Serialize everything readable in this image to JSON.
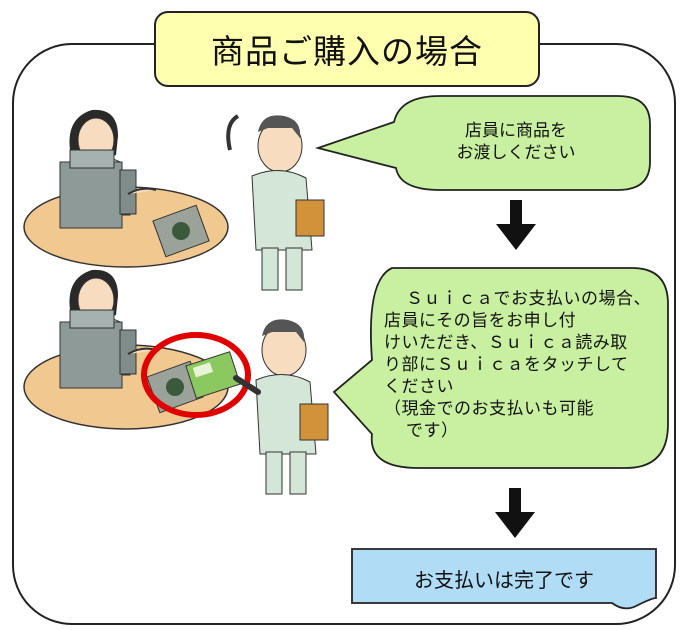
{
  "title": "商品ご購入の場合",
  "step1": {
    "line1": "店員に商品を",
    "line2": "お渡しください"
  },
  "step2": {
    "line1": "Ｓｕｉｃａでお支払いの場合、",
    "line2": "店員にその旨をお申し付",
    "line3": "けいただき、Ｓｕｉｃａ読み取",
    "line4": "り部にＳｕｉｃａをタッチして",
    "line5": "ください",
    "line6": "（現金でのお支払いも可能",
    "line7": "です）"
  },
  "done": "お支払いは完了です",
  "colors": {
    "title_bg": "#ffffb0",
    "bubble": "#c8f0a0",
    "done_bg": "#b0dcf6",
    "counter_floor": "#f2c891",
    "highlight_ring": "#e00000"
  }
}
